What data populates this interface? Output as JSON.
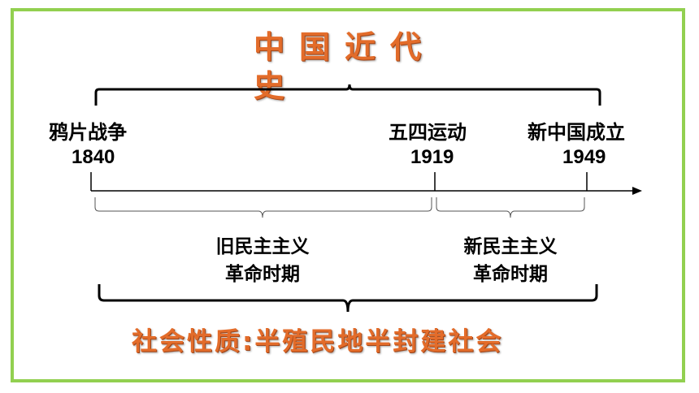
{
  "title": {
    "line1": "中国近代",
    "line2": "史"
  },
  "events": [
    {
      "name": "鸦片战争",
      "year": "1840"
    },
    {
      "name": "五四运动",
      "year": "1919"
    },
    {
      "name": "新中国成立",
      "year": "1949"
    }
  ],
  "periods": [
    {
      "line1": "旧民主主义",
      "line2": "革命时期"
    },
    {
      "line1": "新民主主义",
      "line2": "革命时期"
    }
  ],
  "nature": "社会性质:半殖民地半封建社会",
  "colors": {
    "frame": "#92d050",
    "accent": "#e36c2a",
    "text": "#000000"
  }
}
